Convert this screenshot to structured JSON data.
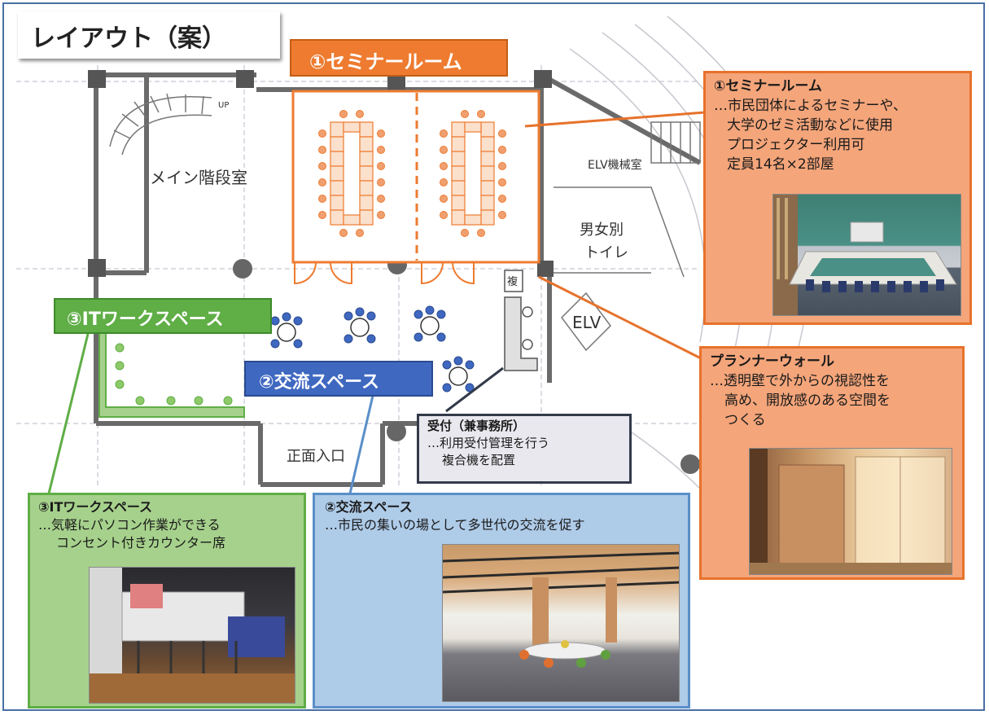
{
  "title": "レイアウト（案）",
  "labels": {
    "seminar": "①セミナールーム",
    "it": "③ITワークスペース",
    "koryu": "②交流スペース"
  },
  "plan": {
    "main_stairs": "メイン階段室",
    "up": "UP",
    "elv_machine": "ELV機械室",
    "toilet_1": "男女別",
    "toilet_2": "トイレ",
    "elv": "ELV",
    "entrance": "正面入口",
    "copier": "複"
  },
  "panels": {
    "seminar": {
      "title": "①セミナールーム",
      "lines": [
        "…市民団体によるセミナーや、",
        "大学のゼミ活動などに使用",
        "プロジェクター利用可",
        "定員14名×2部屋"
      ]
    },
    "planner": {
      "title": "プランナーウォール",
      "lines": [
        "…透明壁で外からの視認性を",
        "高め、開放感のある空間を",
        "つくる"
      ]
    },
    "uketsuke": {
      "title": "受付（兼事務所）",
      "lines": [
        "…利用受付管理を行う",
        "複合機を配置"
      ]
    },
    "it": {
      "title": "③ITワークスペース",
      "lines": [
        "…気軽にパソコン作業ができる",
        "コンセント付きカウンター席"
      ]
    },
    "koryu": {
      "title": "②交流スペース",
      "lines": [
        "…市民の集いの場として多世代の交流を促す"
      ]
    }
  },
  "colors": {
    "orange": "#ee7b30",
    "green": "#5fae46",
    "blue": "#3f68c0"
  }
}
